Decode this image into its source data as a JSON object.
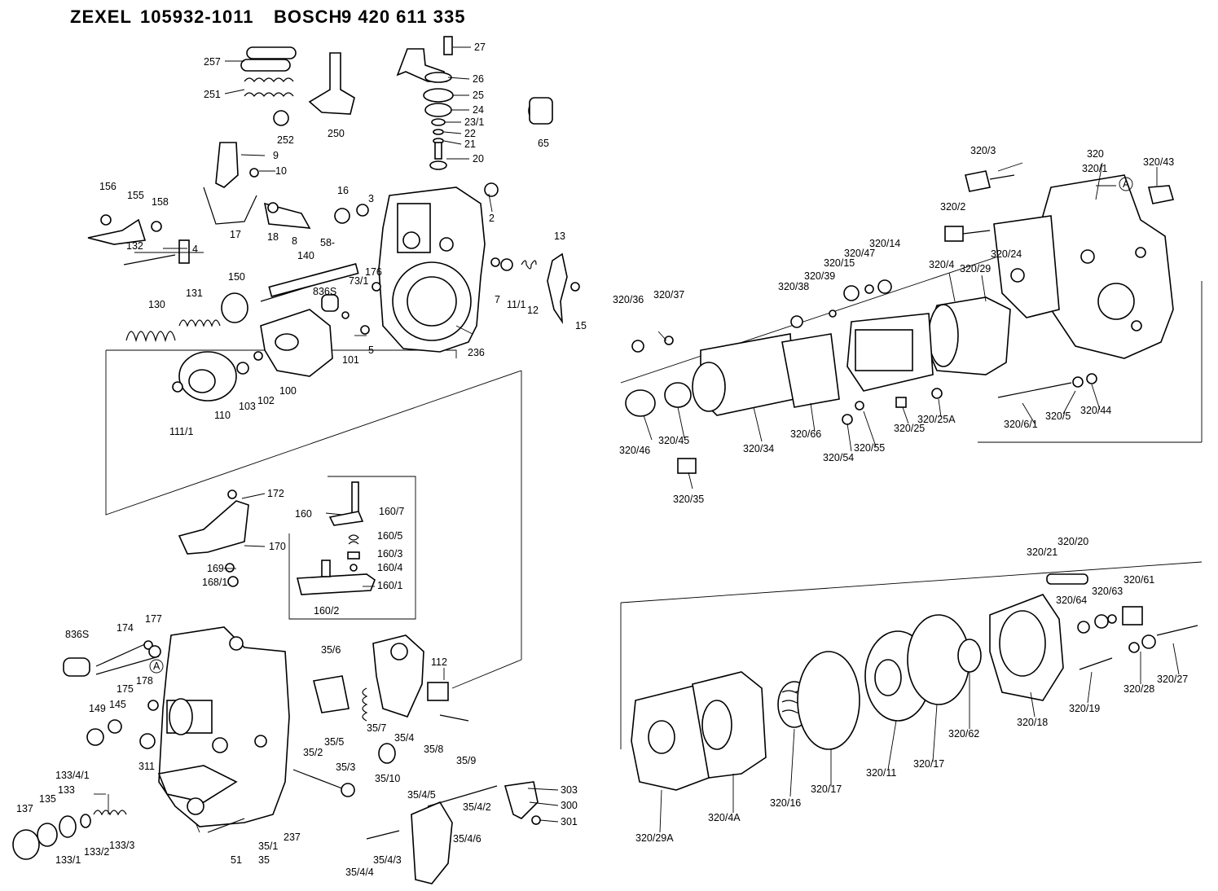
{
  "header": {
    "maker1": "ZEXEL",
    "part_no1": "105932-1011",
    "maker2": "BOSCH",
    "part_no2": "9 420 611 335"
  },
  "labels": [
    {
      "id": "27",
      "t": "27"
    },
    {
      "id": "26",
      "t": "26"
    },
    {
      "id": "25",
      "t": "25"
    },
    {
      "id": "24",
      "t": "24"
    },
    {
      "id": "23_1",
      "t": "23/1"
    },
    {
      "id": "22",
      "t": "22"
    },
    {
      "id": "21",
      "t": "21"
    },
    {
      "id": "20",
      "t": "20"
    },
    {
      "id": "65",
      "t": "65"
    },
    {
      "id": "257",
      "t": "257"
    },
    {
      "id": "251",
      "t": "251"
    },
    {
      "id": "252",
      "t": "252"
    },
    {
      "id": "250",
      "t": "250"
    },
    {
      "id": "9",
      "t": "9"
    },
    {
      "id": "10",
      "t": "10"
    },
    {
      "id": "156",
      "t": "156"
    },
    {
      "id": "155",
      "t": "155"
    },
    {
      "id": "158",
      "t": "158"
    },
    {
      "id": "16",
      "t": "16"
    },
    {
      "id": "3",
      "t": "3"
    },
    {
      "id": "2",
      "t": "2"
    },
    {
      "id": "17",
      "t": "17"
    },
    {
      "id": "18",
      "t": "18"
    },
    {
      "id": "8",
      "t": "8"
    },
    {
      "id": "58",
      "t": "58-"
    },
    {
      "id": "4",
      "t": "4"
    },
    {
      "id": "132",
      "t": "132"
    },
    {
      "id": "13",
      "t": "13"
    },
    {
      "id": "140",
      "t": "140"
    },
    {
      "id": "176",
      "t": "176"
    },
    {
      "id": "73_1",
      "t": "73/1"
    },
    {
      "id": "836S_a",
      "t": "836S"
    },
    {
      "id": "150",
      "t": "150"
    },
    {
      "id": "131",
      "t": "131"
    },
    {
      "id": "130",
      "t": "130"
    },
    {
      "id": "7",
      "t": "7"
    },
    {
      "id": "11_1a",
      "t": "11/1"
    },
    {
      "id": "12",
      "t": "12"
    },
    {
      "id": "15",
      "t": "15"
    },
    {
      "id": "101",
      "t": "101"
    },
    {
      "id": "5",
      "t": "5"
    },
    {
      "id": "236",
      "t": "236"
    },
    {
      "id": "103",
      "t": "103"
    },
    {
      "id": "102",
      "t": "102"
    },
    {
      "id": "100",
      "t": "100"
    },
    {
      "id": "110",
      "t": "110"
    },
    {
      "id": "111_1",
      "t": "111/1"
    },
    {
      "id": "172",
      "t": "172"
    },
    {
      "id": "160",
      "t": "160"
    },
    {
      "id": "160_7",
      "t": "160/7"
    },
    {
      "id": "170",
      "t": "170"
    },
    {
      "id": "160_5",
      "t": "160/5"
    },
    {
      "id": "160_3",
      "t": "160/3"
    },
    {
      "id": "160_4",
      "t": "160/4"
    },
    {
      "id": "169",
      "t": "169"
    },
    {
      "id": "168_1",
      "t": "168/1"
    },
    {
      "id": "160_1",
      "t": "160/1"
    },
    {
      "id": "160_2",
      "t": "160/2"
    },
    {
      "id": "836S_b",
      "t": "836S"
    },
    {
      "id": "174",
      "t": "174"
    },
    {
      "id": "177",
      "t": "177"
    },
    {
      "id": "175",
      "t": "175"
    },
    {
      "id": "178",
      "t": "178"
    },
    {
      "id": "35_6",
      "t": "35/6"
    },
    {
      "id": "112",
      "t": "112"
    },
    {
      "id": "149",
      "t": "149"
    },
    {
      "id": "145",
      "t": "145"
    },
    {
      "id": "311",
      "t": "311"
    },
    {
      "id": "35_5",
      "t": "35/5"
    },
    {
      "id": "35_7",
      "t": "35/7"
    },
    {
      "id": "35_4",
      "t": "35/4"
    },
    {
      "id": "35_8",
      "t": "35/8"
    },
    {
      "id": "35_9",
      "t": "35/9"
    },
    {
      "id": "35_2",
      "t": "35/2"
    },
    {
      "id": "35_3",
      "t": "35/3"
    },
    {
      "id": "35_10",
      "t": "35/10"
    },
    {
      "id": "133_4_1",
      "t": "133/4/1"
    },
    {
      "id": "133",
      "t": "133"
    },
    {
      "id": "135",
      "t": "135"
    },
    {
      "id": "137",
      "t": "137"
    },
    {
      "id": "133_3",
      "t": "133/3"
    },
    {
      "id": "133_2",
      "t": "133/2"
    },
    {
      "id": "133_1",
      "t": "133/1"
    },
    {
      "id": "51",
      "t": "51"
    },
    {
      "id": "35_1",
      "t": "35/1"
    },
    {
      "id": "35",
      "t": "35"
    },
    {
      "id": "237",
      "t": "237"
    },
    {
      "id": "35_4_5",
      "t": "35/4/5"
    },
    {
      "id": "303",
      "t": "303"
    },
    {
      "id": "300",
      "t": "300"
    },
    {
      "id": "301",
      "t": "301"
    },
    {
      "id": "35_4_2",
      "t": "35/4/2"
    },
    {
      "id": "35_4_6",
      "t": "35/4/6"
    },
    {
      "id": "35_4_3",
      "t": "35/4/3"
    },
    {
      "id": "35_4_4",
      "t": "35/4/4"
    },
    {
      "id": "320_3",
      "t": "320/3"
    },
    {
      "id": "320",
      "t": "320"
    },
    {
      "id": "320_1",
      "t": "320/1"
    },
    {
      "id": "320_43",
      "t": "320/43"
    },
    {
      "id": "A1",
      "t": "A"
    },
    {
      "id": "320_2",
      "t": "320/2"
    },
    {
      "id": "320_14",
      "t": "320/14"
    },
    {
      "id": "320_47",
      "t": "320/47"
    },
    {
      "id": "320_15",
      "t": "320/15"
    },
    {
      "id": "320_39",
      "t": "320/39"
    },
    {
      "id": "320_38",
      "t": "320/38"
    },
    {
      "id": "320_24",
      "t": "320/24"
    },
    {
      "id": "320_4",
      "t": "320/4"
    },
    {
      "id": "320_29",
      "t": "320/29"
    },
    {
      "id": "320_36",
      "t": "320/36"
    },
    {
      "id": "320_37",
      "t": "320/37"
    },
    {
      "id": "320_46",
      "t": "320/46"
    },
    {
      "id": "320_45",
      "t": "320/45"
    },
    {
      "id": "320_34",
      "t": "320/34"
    },
    {
      "id": "320_66",
      "t": "320/66"
    },
    {
      "id": "320_54",
      "t": "320/54"
    },
    {
      "id": "320_55",
      "t": "320/55"
    },
    {
      "id": "320_25",
      "t": "320/25"
    },
    {
      "id": "320_25A",
      "t": "320/25A"
    },
    {
      "id": "320_6_1",
      "t": "320/6/1"
    },
    {
      "id": "320_5",
      "t": "320/5"
    },
    {
      "id": "320_44",
      "t": "320/44"
    },
    {
      "id": "320_35",
      "t": "320/35"
    },
    {
      "id": "320_20",
      "t": "320/20"
    },
    {
      "id": "320_21",
      "t": "320/21"
    },
    {
      "id": "320_61",
      "t": "320/61"
    },
    {
      "id": "320_63",
      "t": "320/63"
    },
    {
      "id": "320_64",
      "t": "320/64"
    },
    {
      "id": "320_19",
      "t": "320/19"
    },
    {
      "id": "320_28",
      "t": "320/28"
    },
    {
      "id": "320_27",
      "t": "320/27"
    },
    {
      "id": "320_18",
      "t": "320/18"
    },
    {
      "id": "320_62",
      "t": "320/62"
    },
    {
      "id": "320_17a",
      "t": "320/17"
    },
    {
      "id": "320_11",
      "t": "320/11"
    },
    {
      "id": "320_17b",
      "t": "320/17"
    },
    {
      "id": "320_16",
      "t": "320/16"
    },
    {
      "id": "320_4A",
      "t": "320/4A"
    },
    {
      "id": "320_29A",
      "t": "320/29A"
    },
    {
      "id": "A2",
      "t": "A"
    }
  ]
}
